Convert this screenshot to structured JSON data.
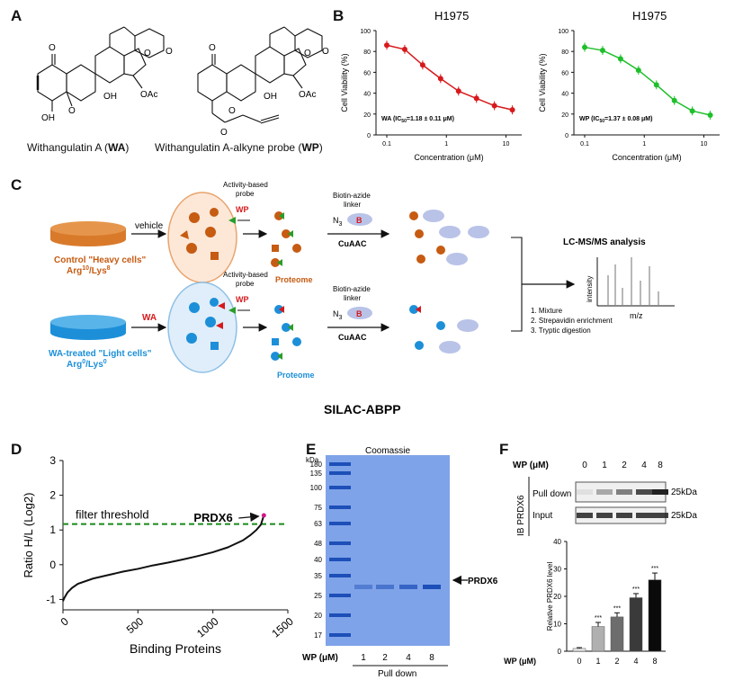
{
  "panels": {
    "A": "A",
    "B": "B",
    "C": "C",
    "D": "D",
    "E": "E",
    "F": "F"
  },
  "panelA": {
    "structure1": {
      "name": "Withangulatin A (",
      "abbr": "WA",
      "close": ")",
      "atoms": {
        "o1": "O",
        "o2": "O",
        "o3": "O",
        "o4": "O",
        "oh1": "OH",
        "oh2": "OH",
        "oac": "OAc"
      }
    },
    "structure2": {
      "name": "Withangulatin A-alkyne probe (",
      "abbr": "WP",
      "close": ")",
      "atoms": {
        "o1": "O",
        "o2": "O",
        "o3": "O",
        "o4": "O",
        "o5": "O",
        "oh1": "OH",
        "oac": "OAc"
      }
    }
  },
  "panelB": {
    "charts": [
      {
        "title": "H1975",
        "ylabel": "Cell Viability (%)",
        "xlabel": "Concentration (μM)",
        "annotation": "WA (IC50=1.18 ± 0.11 μM)",
        "ann_prefix": "WA (IC",
        "ann_sub": "50",
        "ann_suffix": "=1.18 ± 0.11 μM)",
        "color": "#d7191c",
        "yticks": [
          "0",
          "20",
          "40",
          "60",
          "80",
          "100"
        ],
        "xticks": [
          "0.1",
          "1",
          "10"
        ]
      },
      {
        "title": "H1975",
        "ylabel": "Cell Viability (%)",
        "xlabel": "Concentration (μM)",
        "annotation": "WP (IC50=1.37 ± 0.08 μM)",
        "ann_prefix": "WP (IC",
        "ann_sub": "50",
        "ann_suffix": "=1.37 ± 0.08 μM)",
        "color": "#1fbf2b",
        "yticks": [
          "0",
          "20",
          "40",
          "60",
          "80",
          "100"
        ],
        "xticks": [
          "0.1",
          "1",
          "10"
        ]
      }
    ]
  },
  "panelC": {
    "top": {
      "cells1": "Control \"Heavy cells\"",
      "cells2_pre": "Arg",
      "cells2_s1": "10",
      "cells2_mid": "/Lys",
      "cells2_s2": "8",
      "treatment": "vehicle",
      "probe_label1": "Activity-based",
      "probe_label2": "probe",
      "probe": "WP",
      "proteome": "Proteome",
      "linker1": "Biotin-azide",
      "linker2": "linker",
      "n3": "N",
      "n3sub": "3",
      "b": "B",
      "cuaac": "CuAAC"
    },
    "bottom": {
      "cells1": "WA-treated \"Light cells\"",
      "cells2_pre": "Arg",
      "cells2_s1": "0",
      "cells2_mid": "/Lys",
      "cells2_s2": "0",
      "treatment": "WA",
      "probe_label1": "Activity-based",
      "probe_label2": "probe",
      "probe": "WP",
      "proteome": "Proteome",
      "linker1": "Biotin-azide",
      "linker2": "linker",
      "n3": "N",
      "n3sub": "3",
      "b": "B",
      "cuaac": "CuAAC"
    },
    "analysis": "LC-MS/MS analysis",
    "ms_y": "intensity",
    "ms_x": "m/z",
    "steps": [
      "1. Mixture",
      "2. Strepavidin enrichment",
      "3. Tryptic digestion"
    ],
    "footer": "SILAC-ABPP"
  },
  "panelE": {
    "title": "Coomassie",
    "kda": "kDa",
    "markers": [
      "180",
      "135",
      "100",
      "75",
      "63",
      "48",
      "40",
      "35",
      "25",
      "20",
      "17"
    ],
    "wp": "WP (μM)",
    "lanes": [
      "1",
      "2",
      "4",
      "8"
    ],
    "pulldown": "Pull down",
    "target": "PRDX6"
  },
  "panelF": {
    "wp": "WP (μM)",
    "lanes": [
      "0",
      "1",
      "2",
      "4",
      "8"
    ],
    "ib": "IB PRDX6",
    "rows": [
      "Pull down",
      "Input"
    ],
    "sizes": [
      "25kDa",
      "25kDa"
    ],
    "ylabel": "Relative PRDX6 level",
    "yticks": [
      "0",
      "10",
      "20",
      "30",
      "40"
    ],
    "sig": "***"
  },
  "chart_data": [
    {
      "type": "line",
      "title": "H1975",
      "xlabel": "Concentration (μM)",
      "ylabel": "Cell Viability (%)",
      "log_x": true,
      "ylim": [
        0,
        100
      ],
      "series": [
        {
          "name": "WA",
          "x": [
            0.1,
            0.2,
            0.4,
            0.8,
            1.6,
            3.2,
            6.4,
            12.8
          ],
          "y": [
            86,
            82,
            67,
            54,
            42,
            35,
            28,
            24
          ]
        }
      ],
      "annotation": "WA (IC50=1.18 ± 0.11 μM)"
    },
    {
      "type": "line",
      "title": "H1975",
      "xlabel": "Concentration (μM)",
      "ylabel": "Cell Viability (%)",
      "log_x": true,
      "ylim": [
        0,
        100
      ],
      "series": [
        {
          "name": "WP",
          "x": [
            0.1,
            0.2,
            0.4,
            0.8,
            1.6,
            3.2,
            6.4,
            12.8
          ],
          "y": [
            84,
            81,
            73,
            62,
            48,
            33,
            23,
            19
          ]
        }
      ],
      "annotation": "WP (IC50=1.37 ± 0.08 μM)"
    },
    {
      "type": "line",
      "xlabel": "Binding Proteins",
      "ylabel": "Ratio H/L (Log2)",
      "ylim": [
        -1.3,
        3
      ],
      "xticks": [
        "0",
        "500",
        "1000",
        "1500"
      ],
      "yticks": [
        "-1",
        "0",
        "1",
        "2",
        "3"
      ],
      "threshold": {
        "label": "filter threshold",
        "y": 1.17
      },
      "highlight": {
        "label": "PRDX6",
        "x": 1340,
        "y": 1.42
      },
      "series": [
        {
          "x": [
            0,
            10,
            30,
            60,
            100,
            200,
            300,
            400,
            500,
            600,
            700,
            800,
            900,
            1000,
            1100,
            1200,
            1250,
            1290,
            1320,
            1340
          ],
          "y": [
            -1.05,
            -0.95,
            -0.8,
            -0.67,
            -0.55,
            -0.4,
            -0.3,
            -0.2,
            -0.12,
            -0.02,
            0.06,
            0.15,
            0.25,
            0.36,
            0.5,
            0.7,
            0.85,
            1.0,
            1.15,
            1.42
          ]
        }
      ]
    },
    {
      "type": "bar",
      "xlabel": "WP (μM)",
      "ylabel": "Relative PRDX6 level",
      "ylim": [
        0,
        40
      ],
      "categories": [
        "0",
        "1",
        "2",
        "4",
        "8"
      ],
      "values": [
        1,
        9,
        12.5,
        19.5,
        26
      ],
      "errors": [
        0.3,
        1.5,
        1.5,
        1.5,
        2.5
      ],
      "significance": [
        "",
        "***",
        "***",
        "***",
        "***"
      ],
      "colors": [
        "#e6e6e6",
        "#b0b0b0",
        "#6d6d6d",
        "#3a3a3a",
        "#0a0a0a"
      ]
    }
  ]
}
